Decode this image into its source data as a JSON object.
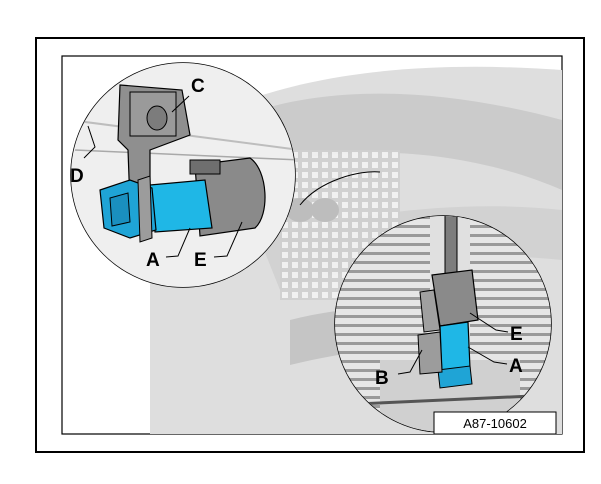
{
  "figure": {
    "reference": "A87-10602",
    "callouts": {
      "A_left": "A",
      "C": "C",
      "D": "D",
      "E_left": "E",
      "A_right": "A",
      "B": "B",
      "E_right": "E"
    }
  },
  "colors": {
    "sensor_blue": "#1fb7e6",
    "frame": "#000000",
    "background_grey": "#d9d9d9"
  }
}
